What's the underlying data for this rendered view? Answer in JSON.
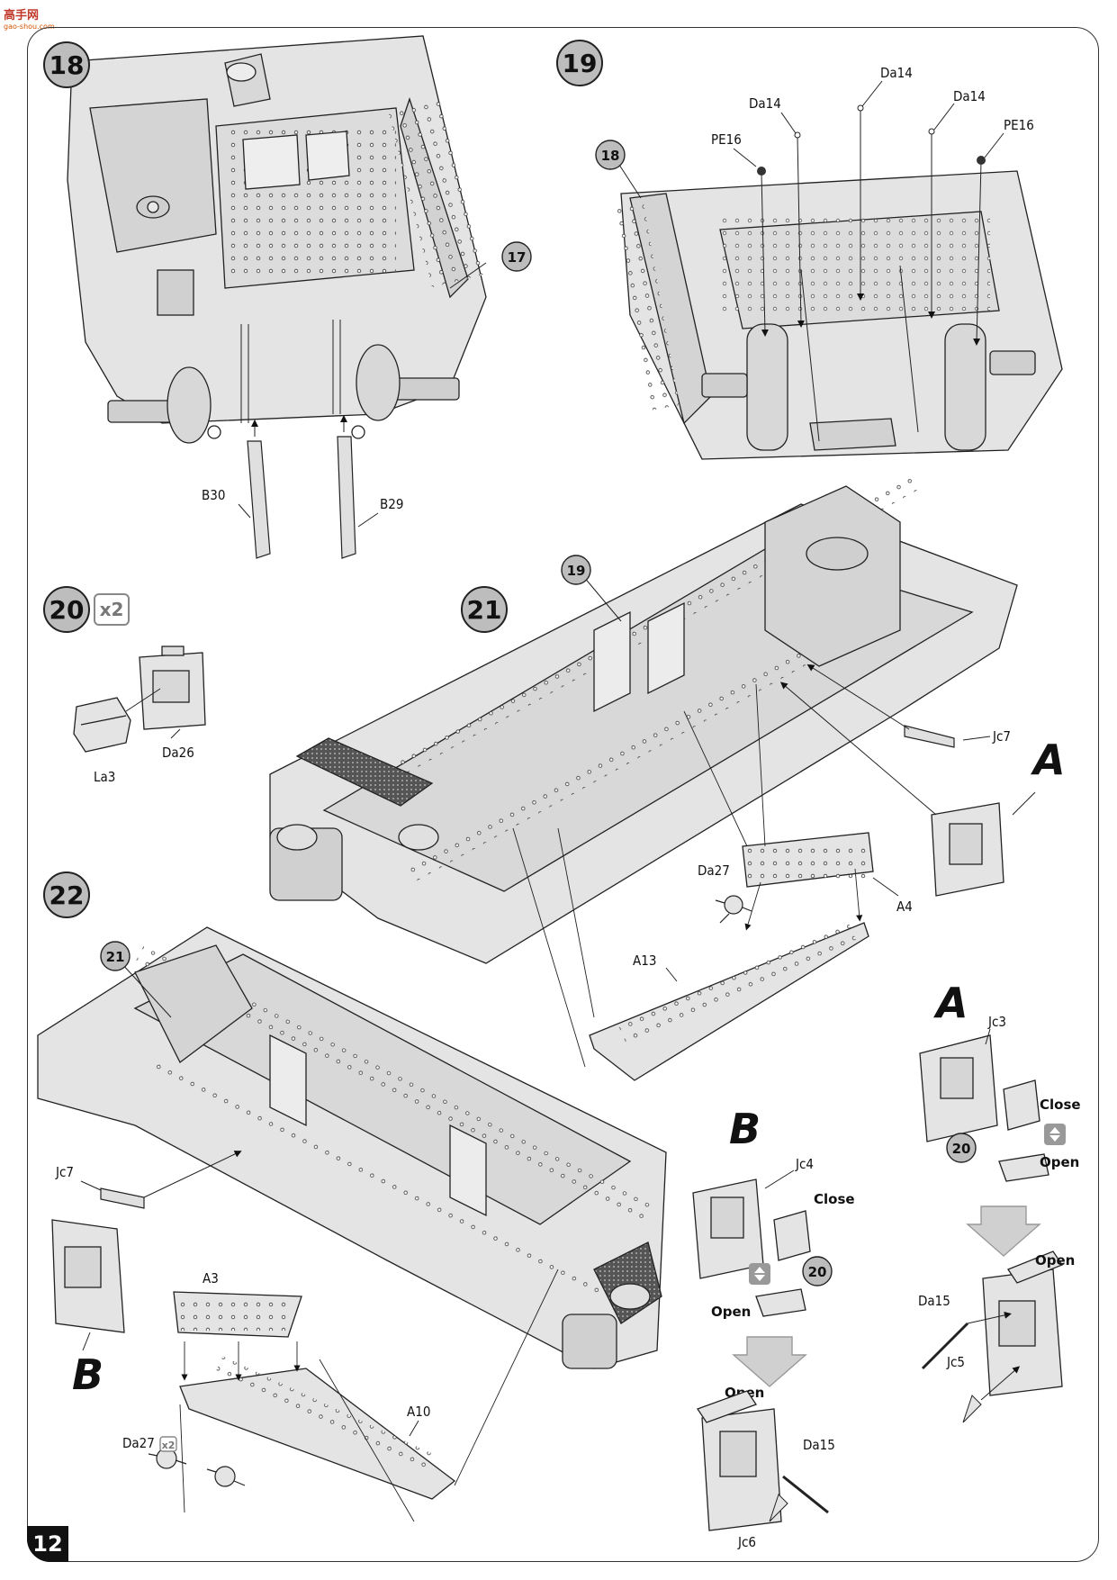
{
  "watermark": {
    "main": "高手网",
    "sub": "gao-shou.com"
  },
  "page_number": "12",
  "steps": {
    "s18": {
      "number": "18",
      "ref": "17",
      "parts": [
        "B30",
        "B29"
      ]
    },
    "s19": {
      "number": "19",
      "ref": "18",
      "parts": [
        "PE16",
        "Da14",
        "Da14",
        "Da14",
        "PE16"
      ]
    },
    "s20": {
      "number": "20",
      "multiplier": "x2",
      "parts": [
        "Da26",
        "La3"
      ]
    },
    "s21": {
      "number": "21",
      "ref": "19",
      "parts": [
        "Jc7",
        "A4",
        "Da27",
        "A13"
      ],
      "callout": "A"
    },
    "s22": {
      "number": "22",
      "ref": "21",
      "parts": [
        "Jc7",
        "A3",
        "A10",
        "Da27"
      ],
      "da27_multiplier": "x2",
      "callout": "B"
    }
  },
  "detail_A": {
    "letter": "A",
    "parts": [
      "Jc3",
      "Da15",
      "Jc5"
    ],
    "sub_ref": "20",
    "close": "Close",
    "open": "Open",
    "open_result": "Open"
  },
  "detail_B": {
    "letter": "B",
    "parts": [
      "Jc4",
      "Da15",
      "Jc6"
    ],
    "sub_ref": "20",
    "close": "Close",
    "open": "Open",
    "open_result": "Open"
  },
  "colors": {
    "ink": "#1a1a1a",
    "hull_fill": "#e4e4e4",
    "step_circle": "#bdbdbd",
    "arrow_fill": "#d0d0d0"
  }
}
